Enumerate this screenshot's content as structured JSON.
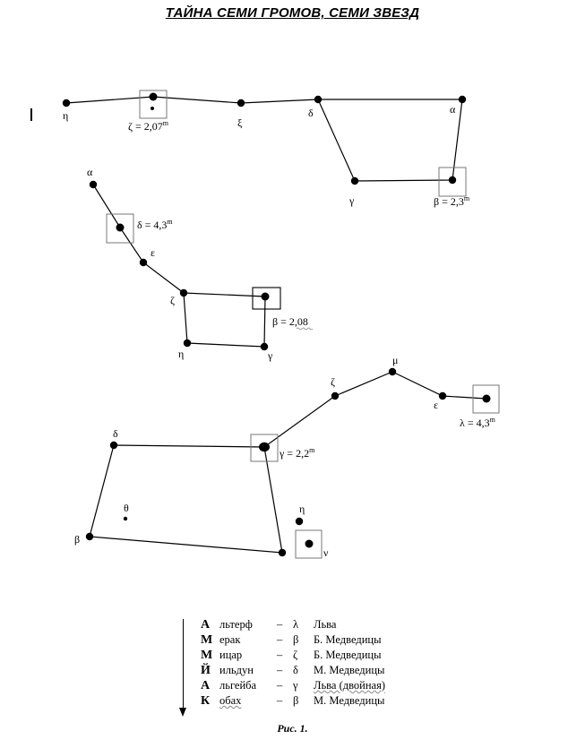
{
  "title": "ТАЙНА СЕМИ ГРОМОВ, СЕМИ ЗВЕЗД",
  "caption": "Рис. 1.",
  "diagram": {
    "labels": {
      "ursa_major": {
        "eta": "η",
        "zeta": "ζ = 2,07",
        "zeta_sup": "m",
        "xi": "ξ",
        "delta": "δ",
        "alpha": "α",
        "gamma": "γ",
        "beta": "β = 2,3",
        "beta_sup": "m"
      },
      "ursa_minor": {
        "alpha": "α",
        "delta": "δ = 4,3",
        "delta_sup": "m",
        "epsilon": "ε",
        "zeta": "ζ",
        "beta": "β = 2,08",
        "eta": "η",
        "gamma": "γ"
      },
      "leo": {
        "mu": "μ",
        "zeta": "ζ",
        "epsilon": "ε",
        "lambda": "λ = 4,3",
        "lambda_sup": "m",
        "delta": "δ",
        "gamma": "γ = 2,2",
        "gamma_sup": "m",
        "theta": "θ",
        "beta": "β",
        "eta": "η",
        "nu": "ν"
      }
    }
  },
  "legend": [
    {
      "initial": "А",
      "rest": "льтерф",
      "dash": "–",
      "greek": "λ",
      "constellation": "Льва"
    },
    {
      "initial": "М",
      "rest": "ерак",
      "dash": "–",
      "greek": "β",
      "constellation": "Б. Медведицы"
    },
    {
      "initial": "М",
      "rest": "ицар",
      "dash": "–",
      "greek": "ζ",
      "constellation": "Б. Медведицы"
    },
    {
      "initial": "Й",
      "rest": "ильдун",
      "dash": "–",
      "greek": "δ",
      "constellation": "М. Медведицы"
    },
    {
      "initial": "А",
      "rest": "льгейба",
      "dash": "–",
      "greek": "γ",
      "constellation": "Льва (двойная)"
    },
    {
      "initial": "К",
      "rest": "обах",
      "dash": "–",
      "greek": "β",
      "constellation": "М. Медведицы"
    }
  ]
}
